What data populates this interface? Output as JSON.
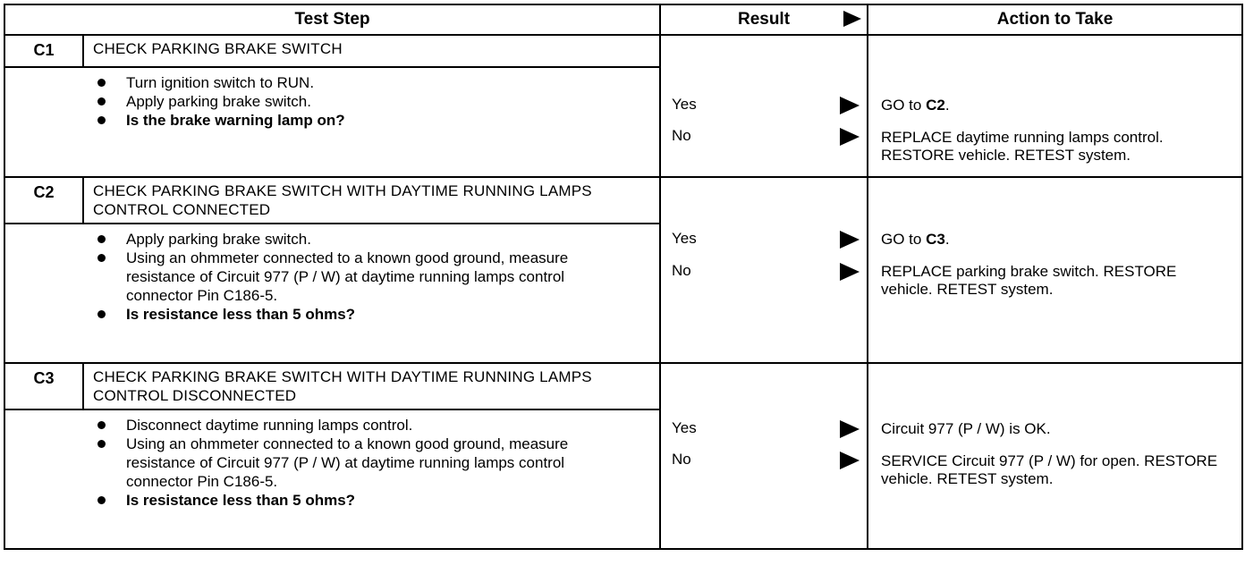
{
  "header": {
    "test_step": "Test Step",
    "result": "Result",
    "action": "Action to Take"
  },
  "steps": [
    {
      "id": "C1",
      "title": "CHECK PARKING BRAKE SWITCH",
      "bullets": [
        "Turn ignition switch to RUN.",
        "Apply parking brake switch.",
        "Is the brake warning lamp on?"
      ],
      "results": [
        {
          "label": "Yes",
          "action_prefix": "GO to ",
          "action_bold": "C2",
          "action_suffix": "."
        },
        {
          "label": "No",
          "action_prefix": "REPLACE daytime running lamps control. RESTORE vehicle. RETEST system.",
          "action_bold": "",
          "action_suffix": ""
        }
      ]
    },
    {
      "id": "C2",
      "title": "CHECK PARKING BRAKE SWITCH WITH DAYTIME RUNNING LAMPS CONTROL CONNECTED",
      "bullets": [
        "Apply parking brake switch.",
        "Using an ohmmeter connected to a known good ground, measure resistance of Circuit 977 (P / W) at daytime running lamps control connector Pin C186-5.",
        "Is resistance less than 5 ohms?"
      ],
      "results": [
        {
          "label": "Yes",
          "action_prefix": "GO to ",
          "action_bold": "C3",
          "action_suffix": "."
        },
        {
          "label": "No",
          "action_prefix": "REPLACE parking brake switch. RESTORE vehicle. RETEST system.",
          "action_bold": "",
          "action_suffix": ""
        }
      ]
    },
    {
      "id": "C3",
      "title": "CHECK PARKING BRAKE SWITCH WITH DAYTIME RUNNING LAMPS CONTROL DISCONNECTED",
      "bullets": [
        "Disconnect daytime running lamps control.",
        "Using an ohmmeter connected to a known good ground, measure resistance of Circuit 977 (P / W) at daytime running lamps control connector Pin C186-5.",
        "Is resistance less than 5 ohms?"
      ],
      "results": [
        {
          "label": "Yes",
          "action_prefix": "Circuit 977 (P / W) is OK.",
          "action_bold": "",
          "action_suffix": ""
        },
        {
          "label": "No",
          "action_prefix": "SERVICE Circuit 977 (P / W) for open. RESTORE vehicle. RETEST system.",
          "action_bold": "",
          "action_suffix": ""
        }
      ]
    }
  ]
}
